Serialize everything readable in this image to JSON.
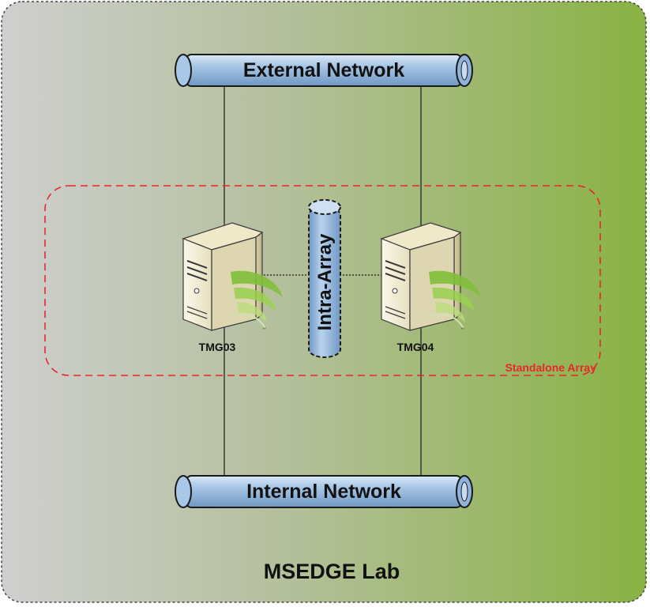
{
  "diagram": {
    "lab_title": "MSEDGE Lab",
    "external_network": "External Network",
    "internal_network": "Internal Network",
    "intra_array": "Intra-Array",
    "array_label": "Standalone Array",
    "servers": [
      {
        "label": "TMG03"
      },
      {
        "label": "TMG04"
      }
    ]
  },
  "colors": {
    "background_left": "#cfcfcf",
    "background_right": "#8bb546",
    "pipe_fill": "#a9c7e6",
    "pipe_stroke": "#1a1a1a",
    "array_border": "#e8262a",
    "array_label": "#e8262a",
    "server_body": "#f1ecd4",
    "logo_green": "#7fbf3a"
  }
}
